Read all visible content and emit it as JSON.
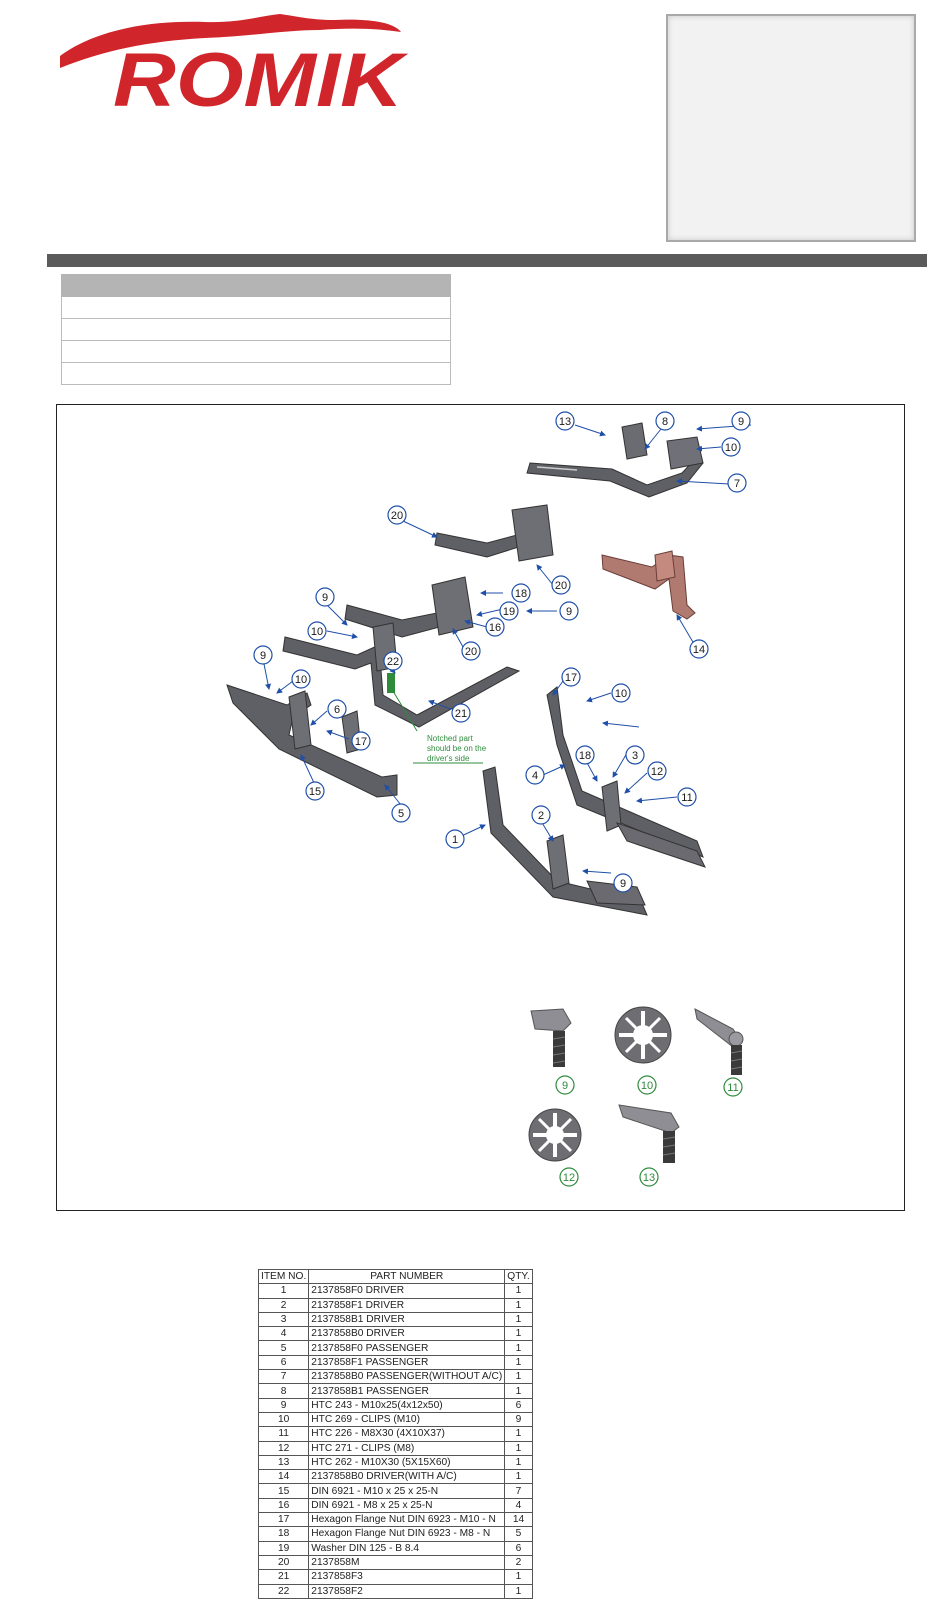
{
  "brand": {
    "name": "ROMIK"
  },
  "colors": {
    "brand_red": "#d1252c",
    "header_bar": "#5b5b5b",
    "callout_blue": "#1f4fa8",
    "note_green": "#2e8b3c"
  },
  "info_table_rows": 5,
  "note": {
    "line1": "Notched part",
    "line2": "should be on the",
    "line3": "driver's side"
  },
  "callouts": [
    "1",
    "2",
    "3",
    "4",
    "5",
    "6",
    "7",
    "8",
    "9",
    "9",
    "9",
    "9",
    "9",
    "10",
    "10",
    "10",
    "10",
    "11",
    "12",
    "13",
    "14",
    "15",
    "16",
    "17",
    "17",
    "18",
    "18",
    "19",
    "20",
    "20",
    "20",
    "21",
    "22"
  ],
  "detail_labels": [
    "9",
    "10",
    "11",
    "12",
    "13"
  ],
  "parts_table": {
    "headers": [
      "ITEM NO.",
      "PART NUMBER",
      "QTY."
    ],
    "rows": [
      [
        "1",
        "2137858F0 DRIVER",
        "1"
      ],
      [
        "2",
        "2137858F1 DRIVER",
        "1"
      ],
      [
        "3",
        "2137858B1 DRIVER",
        "1"
      ],
      [
        "4",
        "2137858B0 DRIVER",
        "1"
      ],
      [
        "5",
        "2137858F0 PASSENGER",
        "1"
      ],
      [
        "6",
        "2137858F1 PASSENGER",
        "1"
      ],
      [
        "7",
        "2137858B0 PASSENGER(WITHOUT A/C)",
        "1"
      ],
      [
        "8",
        "2137858B1 PASSENGER",
        "1"
      ],
      [
        "9",
        "HTC 243 - M10x25(4x12x50)",
        "6"
      ],
      [
        "10",
        "HTC 269 - CLIPS (M10)",
        "9"
      ],
      [
        "11",
        "HTC 226 - M8X30 (4X10X37)",
        "1"
      ],
      [
        "12",
        "HTC 271 - CLIPS (M8)",
        "1"
      ],
      [
        "13",
        "HTC 262 - M10X30 (5X15X60)",
        "1"
      ],
      [
        "14",
        "2137858B0 DRIVER(WITH A/C)",
        "1"
      ],
      [
        "15",
        "DIN 6921 - M10 x 25 x 25-N",
        "7"
      ],
      [
        "16",
        "DIN 6921 - M8 x 25 x 25-N",
        "4"
      ],
      [
        "17",
        "Hexagon Flange Nut DIN 6923 - M10 - N",
        "14"
      ],
      [
        "18",
        "Hexagon Flange Nut DIN 6923 - M8 - N",
        "5"
      ],
      [
        "19",
        "Washer DIN 125 - B 8.4",
        "6"
      ],
      [
        "20",
        "2137858M",
        "2"
      ],
      [
        "21",
        "2137858F3",
        "1"
      ],
      [
        "22",
        "2137858F2",
        "1"
      ]
    ]
  }
}
